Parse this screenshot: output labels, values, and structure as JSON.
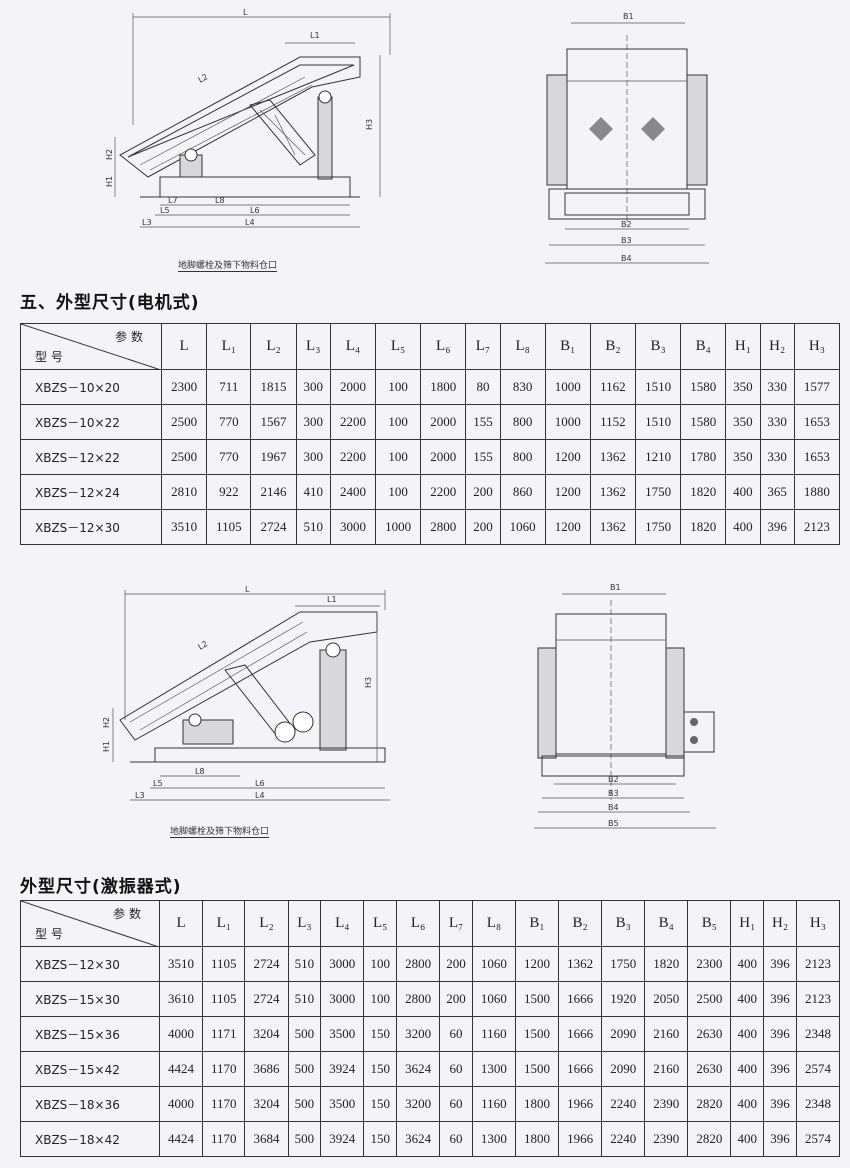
{
  "drawing1": {
    "side_labels": {
      "L": "L",
      "L1": "L1",
      "L2": "L2",
      "H1": "H1",
      "H2": "H2",
      "H3": "H3",
      "L3": "L3",
      "L4": "L4",
      "L5": "L5",
      "L6": "L6",
      "L7": "L7",
      "L8": "L8"
    },
    "end_labels": {
      "B1": "B1",
      "B2": "B2",
      "B3": "B3",
      "B4": "B4"
    },
    "caption": "地脚螺栓及筛下物料仓口"
  },
  "table1": {
    "title": "五、外型尺寸(电机式)",
    "corner_top": "参 数",
    "corner_bottom": "型 号",
    "headers": [
      "L",
      "L₁",
      "L₂",
      "L₃",
      "L₄",
      "L₅",
      "L₆",
      "L₇",
      "L₈",
      "B₁",
      "B₂",
      "B₃",
      "B₄",
      "H₁",
      "H₂",
      "H₃"
    ],
    "rows": [
      {
        "model": "XBZS－10×20",
        "cells": [
          "2300",
          "711",
          "1815",
          "300",
          "2000",
          "100",
          "1800",
          "80",
          "830",
          "1000",
          "1162",
          "1510",
          "1580",
          "350",
          "330",
          "1577"
        ]
      },
      {
        "model": "XBZS－10×22",
        "cells": [
          "2500",
          "770",
          "1567",
          "300",
          "2200",
          "100",
          "2000",
          "155",
          "800",
          "1000",
          "1152",
          "1510",
          "1580",
          "350",
          "330",
          "1653"
        ]
      },
      {
        "model": "XBZS－12×22",
        "cells": [
          "2500",
          "770",
          "1967",
          "300",
          "2200",
          "100",
          "2000",
          "155",
          "800",
          "1200",
          "1362",
          "1210",
          "1780",
          "350",
          "330",
          "1653"
        ]
      },
      {
        "model": "XBZS－12×24",
        "cells": [
          "2810",
          "922",
          "2146",
          "410",
          "2400",
          "100",
          "2200",
          "200",
          "860",
          "1200",
          "1362",
          "1750",
          "1820",
          "400",
          "365",
          "1880"
        ]
      },
      {
        "model": "XBZS－12×30",
        "cells": [
          "3510",
          "1105",
          "2724",
          "510",
          "3000",
          "1000",
          "2800",
          "200",
          "1060",
          "1200",
          "1362",
          "1750",
          "1820",
          "400",
          "396",
          "2123"
        ]
      }
    ]
  },
  "drawing2": {
    "side_labels": {
      "L": "L",
      "L1": "L1",
      "L2": "L2",
      "H1": "H1",
      "H2": "H2",
      "H3": "H3",
      "L3": "L3",
      "L4": "L4",
      "L5": "L5",
      "L6": "L6",
      "L8": "L8"
    },
    "end_labels": {
      "B1": "B1",
      "B2": "B2",
      "B3": "B3",
      "B4": "B4",
      "B5": "B5"
    },
    "caption": "地脚螺栓及筛下物料仓口"
  },
  "table2": {
    "title": "外型尺寸(激振器式)",
    "corner_top": "参 数",
    "corner_bottom": "型 号",
    "headers": [
      "L",
      "L₁",
      "L₂",
      "L₃",
      "L₄",
      "L₅",
      "L₆",
      "L₇",
      "L₈",
      "B₁",
      "B₂",
      "B₃",
      "B₄",
      "B₅",
      "H₁",
      "H₂",
      "H₃"
    ],
    "rows": [
      {
        "model": "XBZS－12×30",
        "cells": [
          "3510",
          "1105",
          "2724",
          "510",
          "3000",
          "100",
          "2800",
          "200",
          "1060",
          "1200",
          "1362",
          "1750",
          "1820",
          "2300",
          "400",
          "396",
          "2123"
        ]
      },
      {
        "model": "XBZS－15×30",
        "cells": [
          "3610",
          "1105",
          "2724",
          "510",
          "3000",
          "100",
          "2800",
          "200",
          "1060",
          "1500",
          "1666",
          "1920",
          "2050",
          "2500",
          "400",
          "396",
          "2123"
        ]
      },
      {
        "model": "XBZS－15×36",
        "cells": [
          "4000",
          "1171",
          "3204",
          "500",
          "3500",
          "150",
          "3200",
          "60",
          "1160",
          "1500",
          "1666",
          "2090",
          "2160",
          "2630",
          "400",
          "396",
          "2348"
        ]
      },
      {
        "model": "XBZS－15×42",
        "cells": [
          "4424",
          "1170",
          "3686",
          "500",
          "3924",
          "150",
          "3624",
          "60",
          "1300",
          "1500",
          "1666",
          "2090",
          "2160",
          "2630",
          "400",
          "396",
          "2574"
        ]
      },
      {
        "model": "XBZS－18×36",
        "cells": [
          "4000",
          "1170",
          "3204",
          "500",
          "3500",
          "150",
          "3200",
          "60",
          "1160",
          "1800",
          "1966",
          "2240",
          "2390",
          "2820",
          "400",
          "396",
          "2348"
        ]
      },
      {
        "model": "XBZS－18×42",
        "cells": [
          "4424",
          "1170",
          "3684",
          "500",
          "3924",
          "150",
          "3624",
          "60",
          "1300",
          "1800",
          "1966",
          "2240",
          "2390",
          "2820",
          "400",
          "396",
          "2574"
        ]
      }
    ]
  }
}
